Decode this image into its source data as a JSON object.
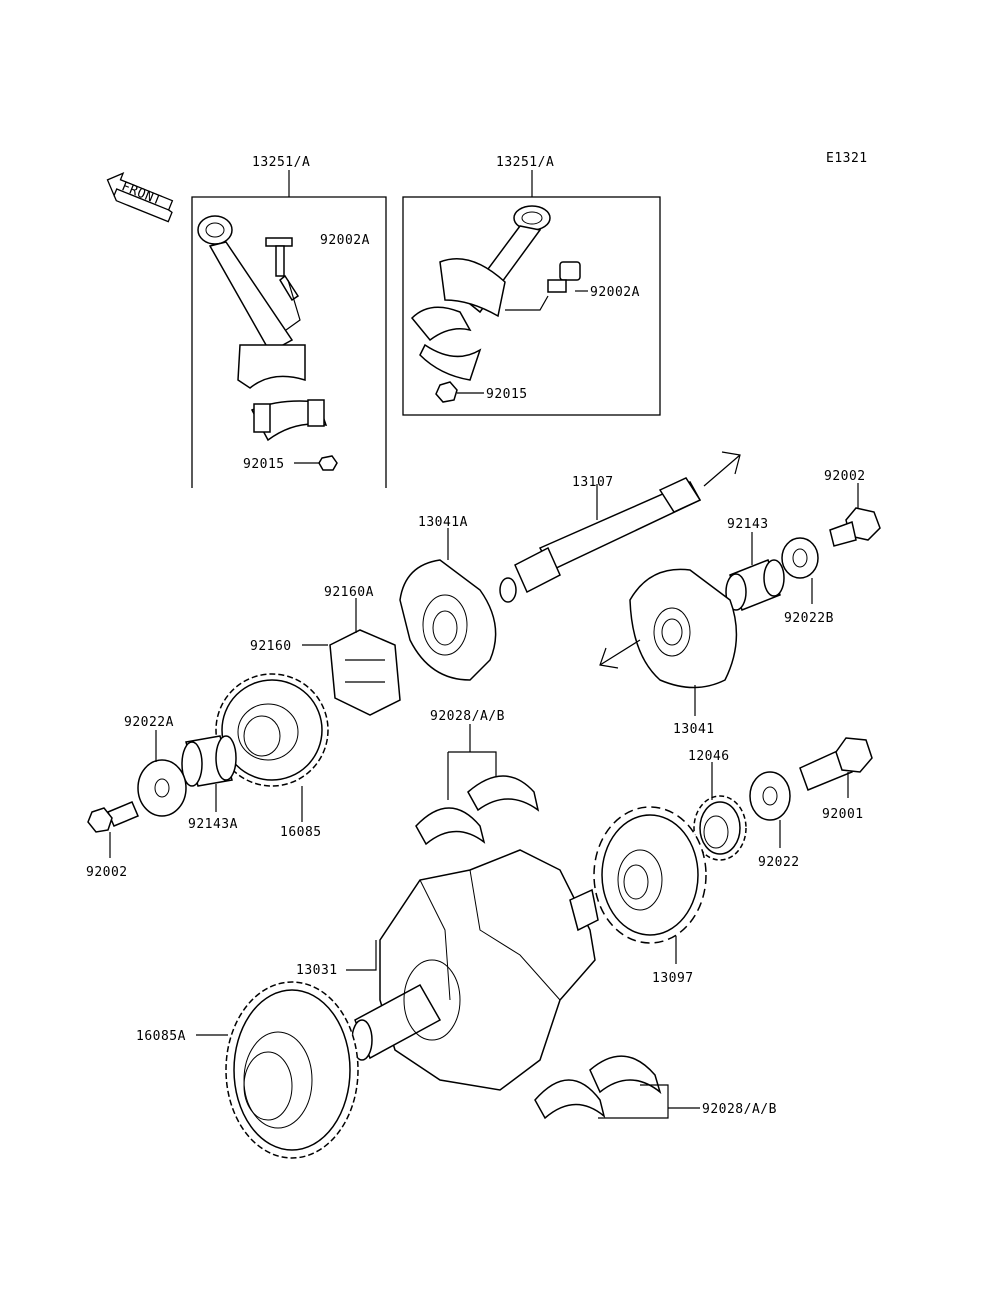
{
  "diagram_code": "E1321",
  "front_label": "FRONT",
  "labels": {
    "rod_left": "13251/A",
    "rod_right": "13251/A",
    "bolt_left": "92002A",
    "bolt_right": "92002A",
    "nut_left": "92015",
    "nut_right": "92015",
    "shaft": "13107",
    "coupling_a": "13041A",
    "bolt_top": "92002",
    "collar_top": "92143",
    "washer_b": "92022B",
    "damper_a": "92160A",
    "damper": "92160",
    "coupling": "13041",
    "bearings_upper": "92028/A/B",
    "washer_a": "92022A",
    "collar_a": "92143A",
    "gear_16085": "16085",
    "bolt_left_lower": "92002",
    "sprocket_12046": "12046",
    "bolt_92001": "92001",
    "washer_92022": "92022",
    "sprocket_13097": "13097",
    "crankshaft": "13031",
    "gear_16085a": "16085A",
    "bearings_lower": "92028/A/B"
  }
}
